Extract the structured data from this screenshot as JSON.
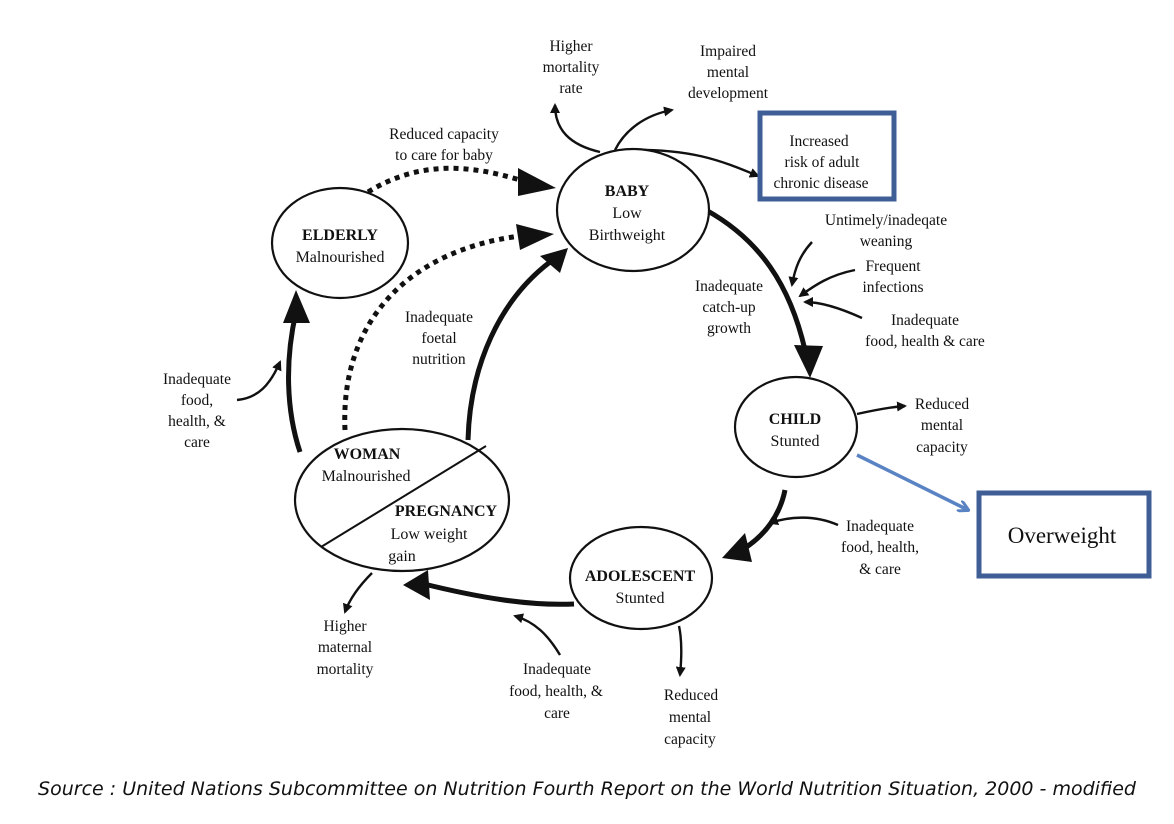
{
  "stages": {
    "baby": {
      "title": "BABY",
      "sub": [
        "Low",
        "Birthweight"
      ]
    },
    "child": {
      "title": "CHILD",
      "sub": [
        "Stunted"
      ]
    },
    "adolescent": {
      "title": "ADOLESCENT",
      "sub": [
        "Stunted"
      ]
    },
    "woman": {
      "title": "WOMAN",
      "sub": [
        "Malnourished"
      ]
    },
    "pregnancy": {
      "title": "PREGNANCY",
      "sub": [
        "Low weight",
        "gain"
      ]
    },
    "elderly": {
      "title": "ELDERLY",
      "sub": [
        "Malnourished"
      ]
    }
  },
  "labels": {
    "higher_mortality": [
      "Higher",
      "mortality",
      "rate"
    ],
    "impaired_mental": [
      "Impaired",
      "mental",
      "development"
    ],
    "increased_risk": [
      "Increased",
      "risk of adult",
      "chronic disease"
    ],
    "reduced_capacity_baby": [
      "Reduced capacity",
      "to care for baby"
    ],
    "untimely_weaning": [
      "Untimely/inadeqate",
      "weaning"
    ],
    "frequent_infections": [
      "Frequent",
      "infections"
    ],
    "inadequate_food_baby": [
      "Inadequate",
      "food, health & care"
    ],
    "catchup_growth": [
      "Inadequate",
      "catch-up",
      "growth"
    ],
    "reduced_mental_child": [
      "Reduced",
      "mental",
      "capacity"
    ],
    "inadequate_food_child": [
      "Inadequate",
      "food, health,",
      "& care"
    ],
    "reduced_mental_adolescent": [
      "Reduced",
      "mental",
      "capacity"
    ],
    "inadequate_food_adolescent": [
      "Inadequate",
      "food, health, &",
      "care"
    ],
    "higher_maternal": [
      "Higher",
      "maternal",
      "mortality"
    ],
    "inadequate_foetal": [
      "Inadequate",
      "foetal",
      "nutrition"
    ],
    "inadequate_food_elderly": [
      "Inadequate",
      "food,",
      "health, &",
      "care"
    ],
    "overweight": "Overweight"
  },
  "colors": {
    "highlight_box": "#3f5e96",
    "overweight_arrow": "#5a83c4",
    "ink": "#111111"
  },
  "source": "Source : United Nations Subcommittee on Nutrition Fourth Report on the World Nutrition Situation, 2000 - modified"
}
